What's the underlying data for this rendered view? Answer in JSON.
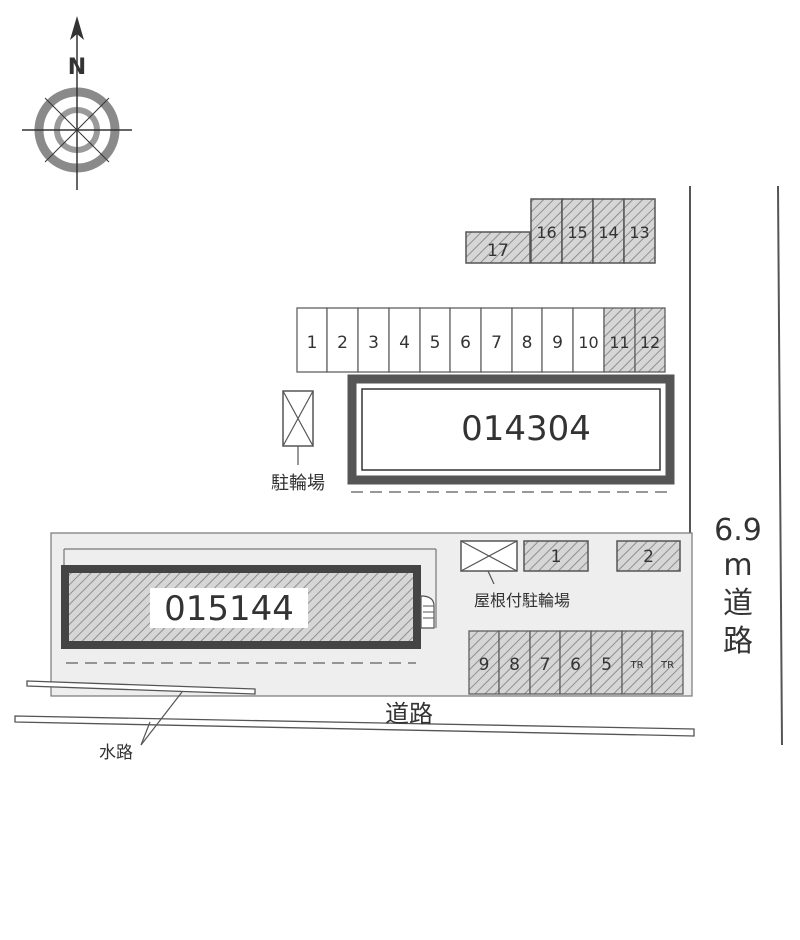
{
  "compass": {
    "north_label": "N"
  },
  "buildings": {
    "upper": {
      "id_label": "014304"
    },
    "lower": {
      "id_label": "015144"
    }
  },
  "bicycle_parking": {
    "label": "駐輪場",
    "roofed_label": "屋根付駐輪場"
  },
  "parking": {
    "row_top": [
      "17",
      "16",
      "15",
      "14",
      "13"
    ],
    "row_middle": [
      "1",
      "2",
      "3",
      "4",
      "5",
      "6",
      "7",
      "8",
      "9",
      "10",
      "11",
      "12"
    ],
    "lot_b_top": [
      "1",
      "2"
    ],
    "lot_b_bottom": [
      "9",
      "8",
      "7",
      "6",
      "5",
      "TR",
      "TR"
    ]
  },
  "roads": {
    "east_road_width": "6.9",
    "east_road_unit": "m",
    "east_road_label_1": "道",
    "east_road_label_2": "路",
    "south_road_label": "道路",
    "waterway_label": "水路"
  },
  "colors": {
    "line": "#555555",
    "lot_fill": "#eeeeee",
    "building_frame": "#555555",
    "hatch": "#a8a8a8"
  }
}
